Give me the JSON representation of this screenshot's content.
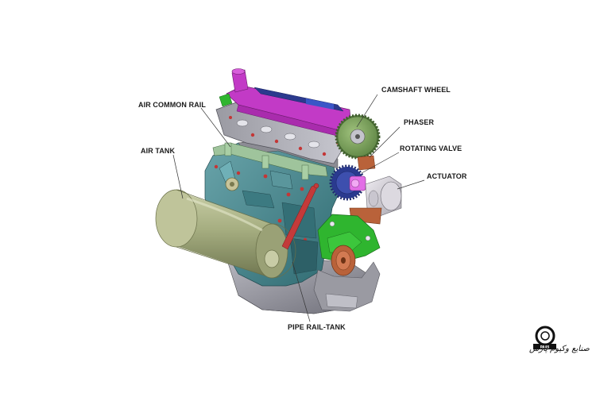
{
  "labels": {
    "camshaft_wheel": "CAMSHAFT WHEEL",
    "air_common_rail": "AIR COMMON RAIL",
    "phaser": "PHASER",
    "rotating_valve": "ROTATING VALVE",
    "air_tank": "AIR TANK",
    "actuator": "ACTUATOR",
    "pipe_rail_tank": "PIPE RAIL-TANK"
  },
  "watermark": {
    "text": "صنایع وکیوم پارس",
    "subtext": "PARS"
  },
  "colors": {
    "magenta": "#c23ac6",
    "gear_green": "#7aa05a",
    "teal_block": "#4f8f95",
    "tank_olive": "#a3ab7f",
    "bright_green": "#2fb52f",
    "orange_brown": "#b9623a",
    "actuator_grey": "#d7d3db",
    "blue_gear": "#3d4fae"
  }
}
